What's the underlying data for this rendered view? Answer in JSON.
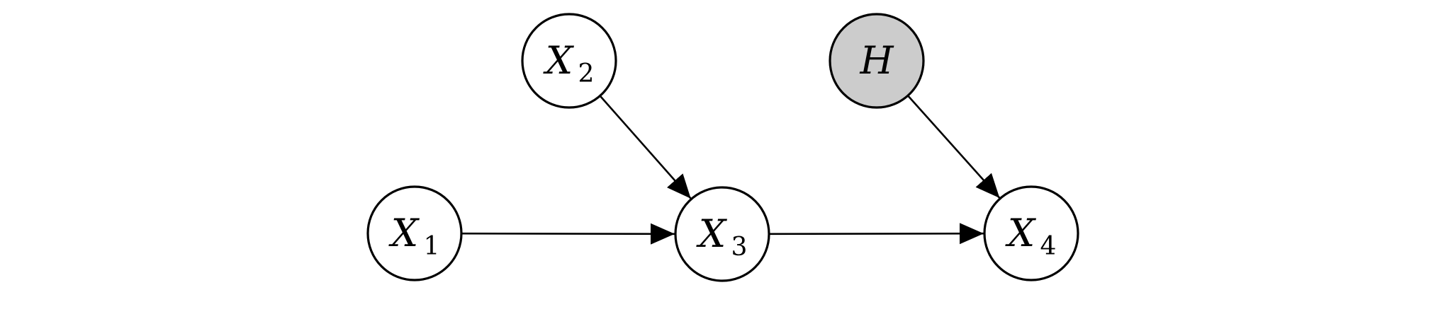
{
  "diagram": {
    "type": "directed-graph",
    "colors": {
      "node_fill": "#ffffff",
      "hidden_node_fill": "#cccccc",
      "stroke": "#000000"
    },
    "nodes": [
      {
        "id": "X1",
        "label": "X",
        "subscript": "1",
        "shaded": false
      },
      {
        "id": "X2",
        "label": "X",
        "subscript": "2",
        "shaded": false
      },
      {
        "id": "X3",
        "label": "X",
        "subscript": "3",
        "shaded": false
      },
      {
        "id": "H",
        "label": "H",
        "subscript": "",
        "shaded": true
      },
      {
        "id": "X4",
        "label": "X",
        "subscript": "4",
        "shaded": false
      }
    ],
    "edges": [
      {
        "from": "X1",
        "to": "X3"
      },
      {
        "from": "X2",
        "to": "X3"
      },
      {
        "from": "X3",
        "to": "X4"
      },
      {
        "from": "H",
        "to": "X4"
      }
    ]
  }
}
